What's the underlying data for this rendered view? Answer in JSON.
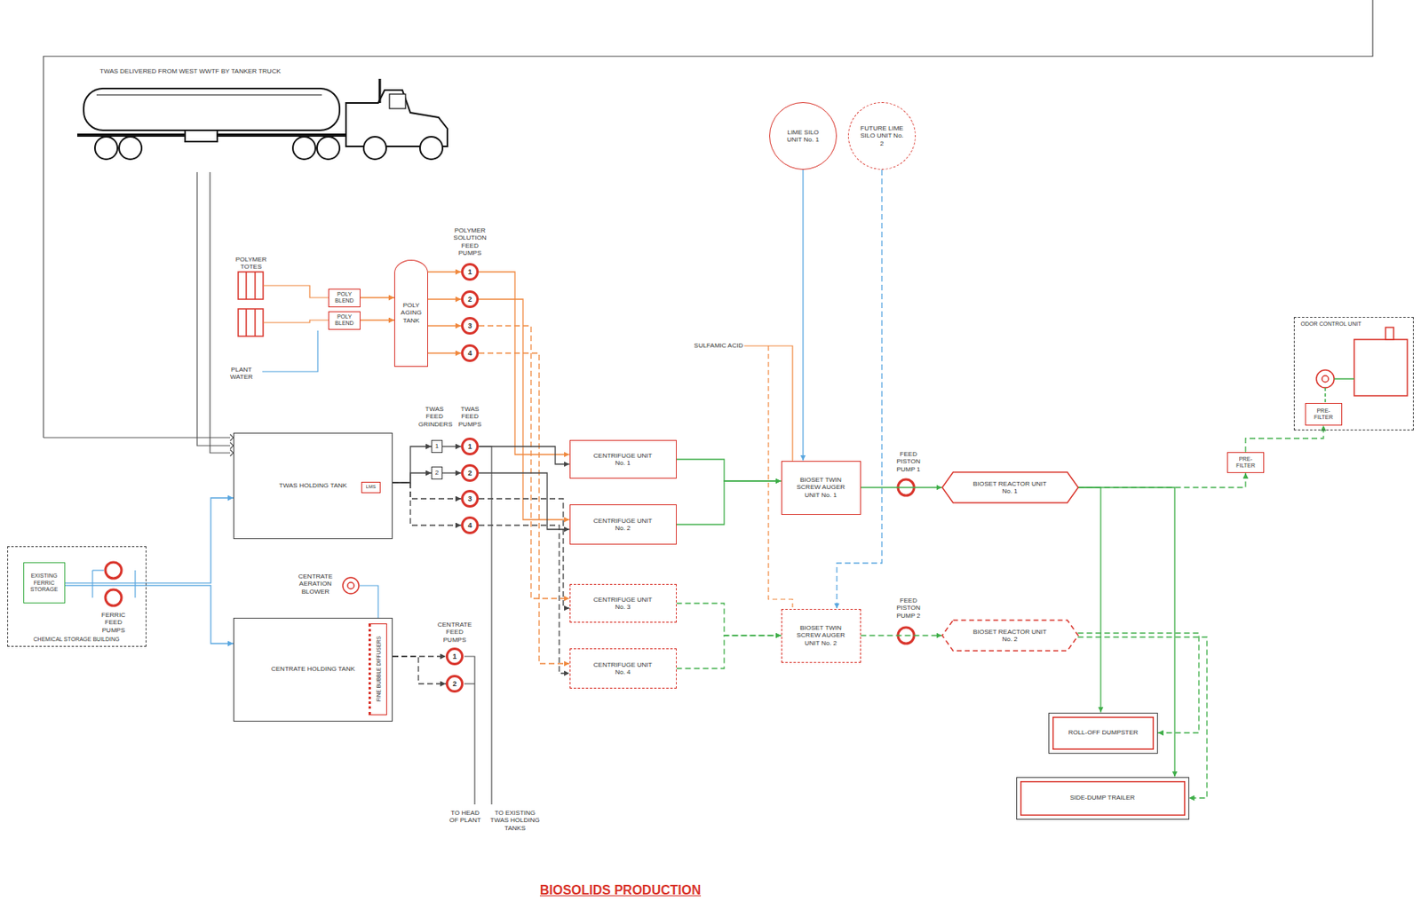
{
  "diagram": {
    "title": "BIOSOLIDS PRODUCTION",
    "nodes": [
      {
        "text": [
          "LIME SILO UNIT No. 1"
        ]
      },
      {
        "text": [
          "FUTURE LIME SILO UNIT No. 2"
        ]
      },
      {
        "text": [
          "POLY BLEND"
        ]
      },
      {
        "text": [
          "POLY BLEND"
        ]
      },
      {
        "text": [
          "POLY AGING TANK"
        ]
      },
      {
        "text": [
          "1"
        ]
      },
      {
        "text": [
          "2"
        ]
      },
      {
        "text": [
          "3"
        ]
      },
      {
        "text": [
          "4"
        ]
      },
      {
        "text": [
          "ODOR CONTROL UNIT"
        ]
      },
      {
        "text": [
          "PRE-FILTER"
        ],
        "in": 9
      },
      {
        "text": [
          "TWAS HOLDING TANK"
        ]
      },
      {
        "text": [
          "LMS"
        ],
        "in": 11
      },
      {
        "text": [
          "1"
        ]
      },
      {
        "text": [
          "2"
        ]
      },
      {
        "text": [
          "1"
        ]
      },
      {
        "text": [
          "2"
        ]
      },
      {
        "text": [
          "3"
        ]
      },
      {
        "text": [
          "4"
        ]
      },
      {
        "text": [
          "CENTRIFUGE UNIT No. 1"
        ]
      },
      {
        "text": [
          "CENTRIFUGE UNIT No. 2"
        ]
      },
      {
        "text": [
          "BIOSET TWIN SCREW AUGER UNIT No. 1"
        ]
      },
      {
        "text": [
          "BIOSET REACTOR UNIT No. 1"
        ]
      },
      {
        "text": [
          "PRE-FILTER"
        ]
      },
      {
        "text": [
          "CHEMICAL STORAGE BUILDING"
        ]
      },
      {
        "text": [
          "EXISTING FERRIC STORAGE"
        ],
        "in": 24
      },
      {
        "text": [
          "CENTRIFUGE UNIT No. 3"
        ]
      },
      {
        "text": [
          "CENTRIFUGE UNIT No. 4"
        ]
      },
      {
        "text": [
          "BIOSET TWIN SCREW AUGER UNIT No. 2"
        ]
      },
      {
        "text": [
          "BIOSET REACTOR UNIT No. 2"
        ]
      },
      {
        "text": [
          "CENTRATE HOLDING TANK"
        ]
      },
      {
        "text": [
          "FINE BUBBLE DIFFUSERS"
        ],
        "in": 30
      },
      {
        "text": [
          "1"
        ]
      },
      {
        "text": [
          "2"
        ]
      },
      {
        "text": [
          "ROLL-OFF DUMPSTER"
        ]
      },
      {
        "text": [
          "SIDE-DUMP TRAILER"
        ]
      }
    ],
    "edges": [
      {
        "from": 2,
        "to": 4,
        "arrow": "to"
      },
      {
        "from": 3,
        "to": 4,
        "arrow": "to"
      },
      {
        "from": 4,
        "to": 5,
        "arrow": "to"
      },
      {
        "from": 4,
        "to": 6,
        "arrow": "to"
      },
      {
        "from": 4,
        "to": 7,
        "arrow": "to"
      },
      {
        "from": 4,
        "to": 8,
        "arrow": "to"
      },
      {
        "from": 5,
        "to": 19,
        "arrow": "to"
      },
      {
        "from": 6,
        "to": 20,
        "arrow": "to"
      },
      {
        "from": 7,
        "to": 26,
        "arrow": "to"
      },
      {
        "from": 8,
        "to": 27,
        "arrow": "to"
      },
      {
        "from": 11,
        "to": 13,
        "arrow": "to"
      },
      {
        "from": 11,
        "to": 14,
        "arrow": "to"
      },
      {
        "from": 13,
        "to": 15,
        "arrow": "to"
      },
      {
        "from": 14,
        "to": 16,
        "arrow": "to"
      },
      {
        "from": 11,
        "to": 17,
        "arrow": "to"
      },
      {
        "from": 11,
        "to": 18,
        "arrow": "to"
      },
      {
        "from": 15,
        "to": 19,
        "arrow": "to"
      },
      {
        "from": 16,
        "to": 20,
        "arrow": "to"
      },
      {
        "from": 17,
        "to": 26,
        "arrow": "to"
      },
      {
        "from": 18,
        "to": 27,
        "arrow": "to"
      },
      {
        "from": 19,
        "to": 21,
        "arrow": "to"
      },
      {
        "from": 20,
        "to": 21,
        "arrow": "to"
      },
      {
        "from": 26,
        "to": 28,
        "arrow": "to"
      },
      {
        "from": 27,
        "to": 28,
        "arrow": "to"
      },
      {
        "from": 0,
        "to": 21,
        "arrow": "to"
      },
      {
        "from": 1,
        "to": 28,
        "arrow": "to"
      },
      {
        "from": 21,
        "to": 22,
        "arrow": "to"
      },
      {
        "from": 28,
        "to": 29,
        "arrow": "to"
      },
      {
        "from": 22,
        "to": 34,
        "arrow": "to"
      },
      {
        "from": 22,
        "to": 35,
        "arrow": "to"
      },
      {
        "from": 22,
        "to": 23,
        "arrow": "to"
      },
      {
        "from": 23,
        "to": 10,
        "arrow": "to"
      },
      {
        "from": 25,
        "to": 11,
        "arrow": "to"
      },
      {
        "from": 25,
        "to": 30,
        "arrow": "to"
      },
      {
        "from": 30,
        "to": 32,
        "arrow": "to"
      },
      {
        "from": 30,
        "to": 33,
        "arrow": "to"
      },
      {
        "from": 29,
        "to": 34,
        "arrow": "to"
      },
      {
        "from": 29,
        "to": 35,
        "arrow": "to"
      }
    ],
    "labels": [
      "TWAS DELIVERED FROM WEST WWTF BY TANKER TRUCK",
      "POLYMER TOTES",
      "POLYMER SOLUTION FEED PUMPS",
      "PLANT WATER",
      "TWAS FEED GRINDERS",
      "TWAS FEED PUMPS",
      "SULFAMIC ACID",
      "FEED PISTON PUMP 1",
      "FEED PISTON PUMP 2",
      "CENTRATE AERATION BLOWER",
      "FERRIC FEED PUMPS",
      "CENTRATE FEED PUMPS",
      "TO HEAD OF PLANT",
      "TO EXISTING TWAS HOLDING TANKS"
    ]
  }
}
